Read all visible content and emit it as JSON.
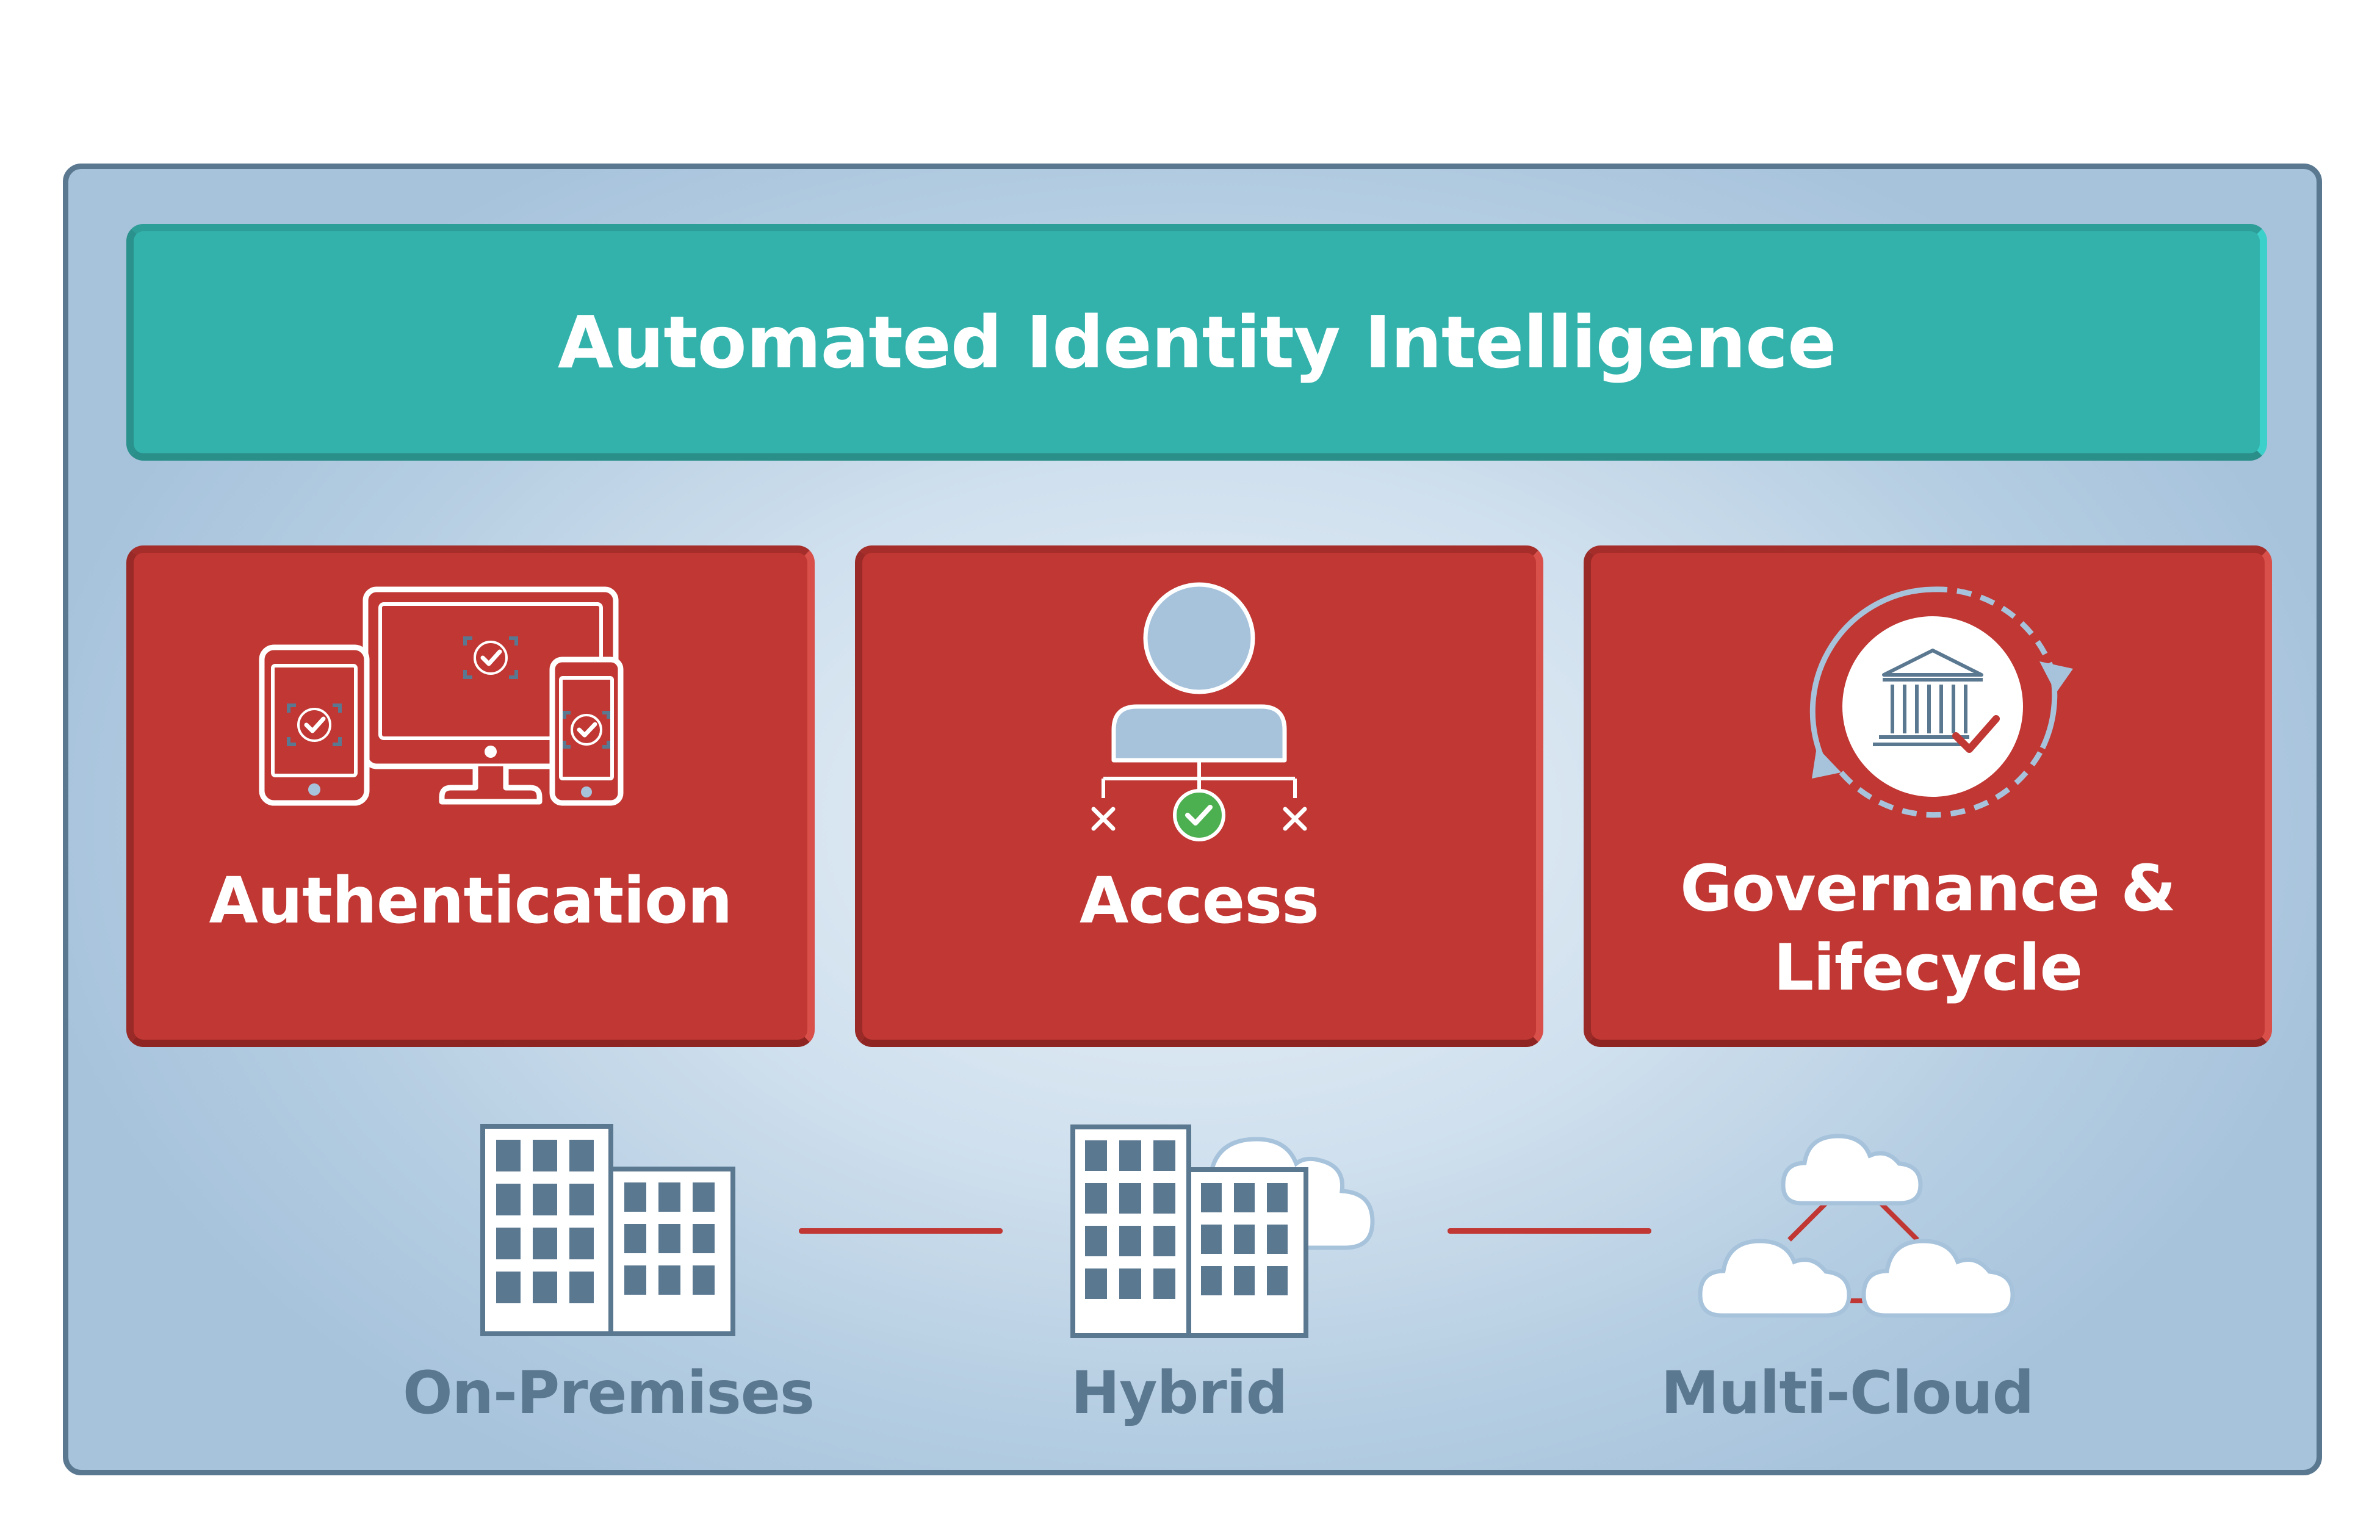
{
  "banner": {
    "title": "Automated Identity Intelligence"
  },
  "pillars": [
    {
      "label": "Authentication",
      "icon": "multi-device-check-icon"
    },
    {
      "label": "Access",
      "icon": "user-access-tree-icon"
    },
    {
      "label_line1": "Governance &",
      "label_line2": "Lifecycle",
      "icon": "governance-lifecycle-icon"
    }
  ],
  "deployments": [
    {
      "label": "On-Premises",
      "icon": "buildings-icon"
    },
    {
      "label": "Hybrid",
      "icon": "buildings-cloud-icon"
    },
    {
      "label": "Multi-Cloud",
      "icon": "cloud-network-icon"
    }
  ],
  "colors": {
    "teal": "#33b2ac",
    "red": "#c03733",
    "slate": "#5b7891",
    "light_blue": "#a7c3dc",
    "green_check": "#4caf50"
  }
}
